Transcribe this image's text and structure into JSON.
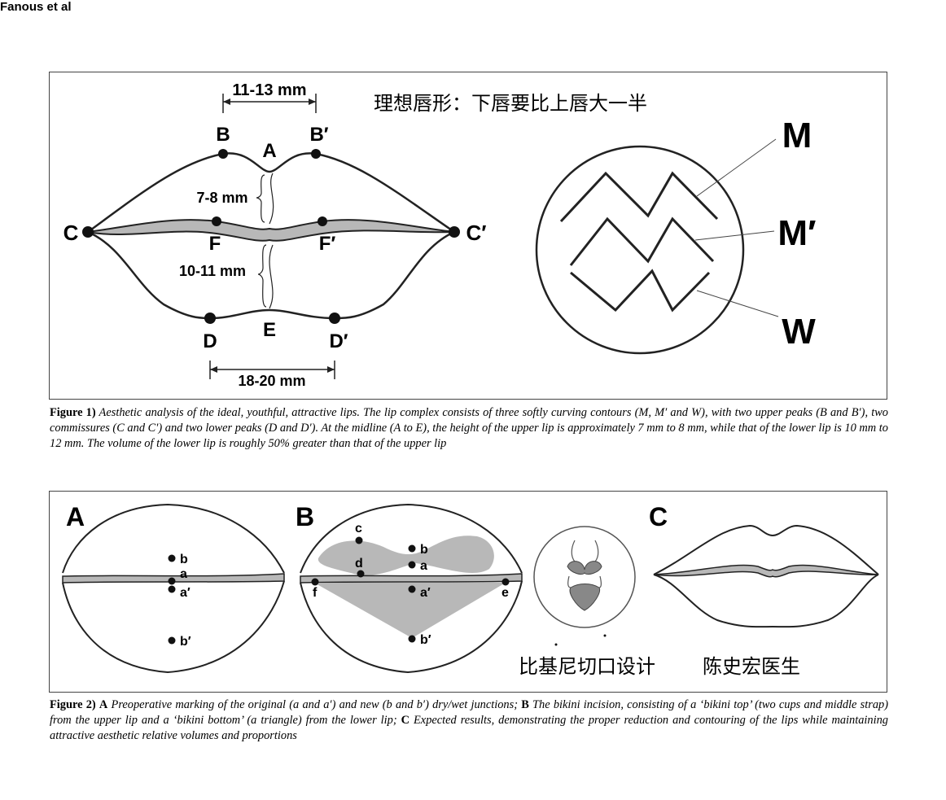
{
  "header": {
    "author": "Fanous et al"
  },
  "figure1": {
    "chinese_title": "理想唇形：下唇要比上唇大一半",
    "dims": {
      "top": "11-13 mm",
      "upper": "7-8 mm",
      "lower": "10-11 mm",
      "bottom": "18-20 mm"
    },
    "points": {
      "B": "B",
      "Bp": "B′",
      "A": "A",
      "C": "C",
      "Cp": "C′",
      "F": "F",
      "Fp": "F′",
      "D": "D",
      "Dp": "D′",
      "E": "E"
    },
    "contours": {
      "M": "M",
      "Mp": "M′",
      "W": "W"
    },
    "caption": {
      "label": "Figure 1)",
      "text": " Aesthetic analysis of the ideal, youthful, attractive lips. The lip complex consists of three softly curving contours (M, M′ and W), with two upper peaks (B and B′), two commissures (C and C′) and two lower peaks (D and D′). At the midline (A to E), the height of the upper lip is approximately 7 mm to 8 mm, while that of the lower lip is 10 mm to 12 mm. The volume of the lower lip is roughly 50% greater than that of the upper lip"
    }
  },
  "figure2": {
    "panels": {
      "A": "A",
      "B": "B",
      "C": "C"
    },
    "panelA_points": {
      "b": "b",
      "a": "a",
      "ap": "a′",
      "bp": "b′"
    },
    "panelB_points": {
      "c": "c",
      "b": "b",
      "d": "d",
      "a": "a",
      "f": "f",
      "ap": "a′",
      "e": "e",
      "bp": "b′"
    },
    "bikini_label": "比基尼切口设计",
    "doctor_label": "陈史宏医生",
    "caption": {
      "label": "Figure 2)",
      "A": "A",
      "text_a": " Preoperative marking of the original (a and a′) and new (b and b′) dry/wet junctions; ",
      "B": "B",
      "text_b": " The bikini incision, consisting of a ‘bikini top’ (two cups and middle strap) from the upper lip and a ‘bikini bottom’ (a triangle) from the lower lip; ",
      "C": "C",
      "text_c": " Expected results, demonstrating the proper reduction and contouring of the lips while maintaining attractive aesthetic relative volumes and proportions"
    }
  }
}
